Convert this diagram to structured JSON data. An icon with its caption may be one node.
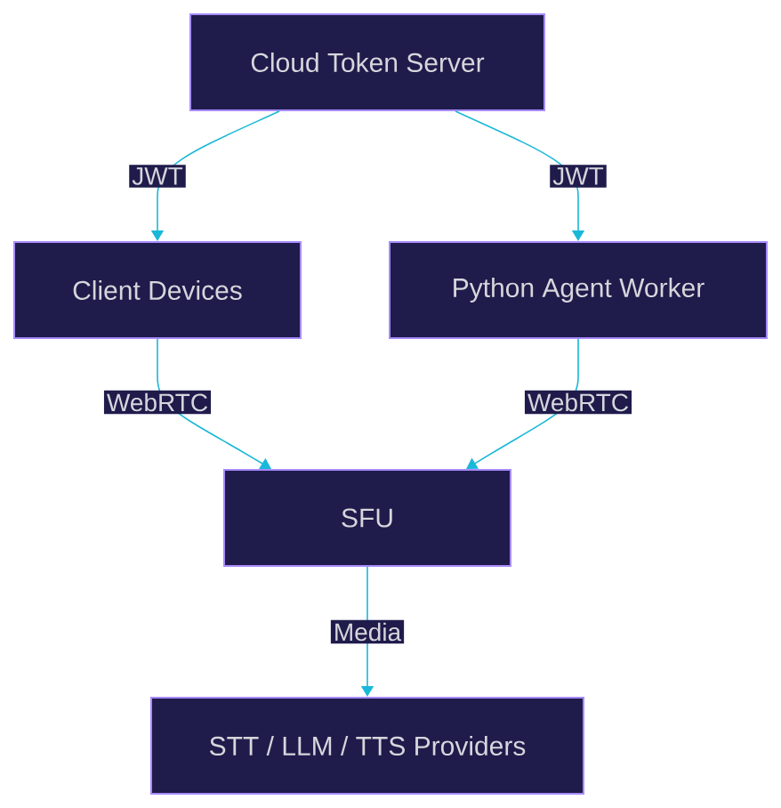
{
  "diagram": {
    "nodes": [
      {
        "text": [
          "Cloud Token Server"
        ]
      },
      {
        "text": [
          "Client Devices"
        ]
      },
      {
        "text": [
          "Python Agent Worker"
        ]
      },
      {
        "text": [
          "SFU"
        ]
      },
      {
        "text": [
          "STT / LLM / TTS Providers"
        ]
      }
    ],
    "edges": [
      {
        "from": 0,
        "to": 1,
        "arrow": "to",
        "label": "JWT"
      },
      {
        "from": 0,
        "to": 2,
        "arrow": "to",
        "label": "JWT"
      },
      {
        "from": 1,
        "to": 3,
        "arrow": "to",
        "label": "WebRTC"
      },
      {
        "from": 2,
        "to": 3,
        "arrow": "to",
        "label": "WebRTC"
      },
      {
        "from": 3,
        "to": 4,
        "arrow": "to",
        "label": "Media"
      }
    ]
  }
}
